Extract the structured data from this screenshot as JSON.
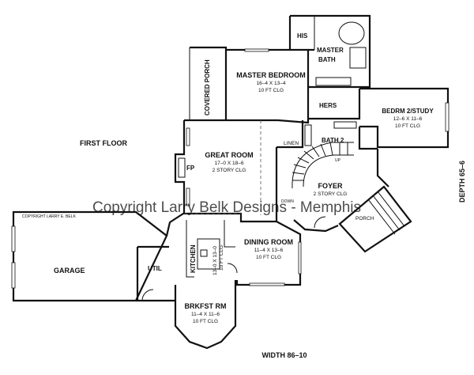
{
  "floor_label": "FIRST FLOOR",
  "width_label": "WIDTH 86–10",
  "depth_label": "DEPTH 65–6",
  "copyright_small": "COPYRIGHT LARRY E. BELK",
  "watermark": "Copyright Larry Belk Designs - Memphis",
  "annotations": {
    "down": "DOWN",
    "up": "UP"
  },
  "rooms": {
    "his": {
      "name": "HIS"
    },
    "master_bath": {
      "line1": "MASTER",
      "line2": "BATH"
    },
    "covered_porch": {
      "name": "COVERED PORCH"
    },
    "master_bedroom": {
      "name": "MASTER BEDROOM",
      "dims": "16–4 X 13–4",
      "clg": "10 FT CLG"
    },
    "hers": {
      "name": "HERS"
    },
    "bedrm2": {
      "name": "BEDRM 2/STUDY",
      "dims": "12–6 X 11–6",
      "clg": "10 FT CLG"
    },
    "linen": {
      "name": "LINEN"
    },
    "bath2": {
      "name": "BATH 2"
    },
    "great_room": {
      "name": "GREAT ROOM",
      "dims": "17–0 X 18–6",
      "clg": "2 STORY CLG"
    },
    "fp": {
      "name": "FP"
    },
    "foyer": {
      "name": "FOYER",
      "clg": "2 STORY CLG"
    },
    "porch": {
      "name": "PORCH"
    },
    "garage": {
      "name": "GARAGE"
    },
    "kitchen": {
      "name": "KITCHEN",
      "dims": "13–0 X 13–0",
      "clg": "10 FT CLG"
    },
    "util": {
      "name": "UTIL"
    },
    "dining": {
      "name": "DINING ROOM",
      "dims": "11–4 X 13–6",
      "clg": "10 FT CLG"
    },
    "brkfst": {
      "name": "BRKFST RM",
      "dims": "11–4 X 11–6",
      "clg": "10 FT CLG"
    }
  }
}
